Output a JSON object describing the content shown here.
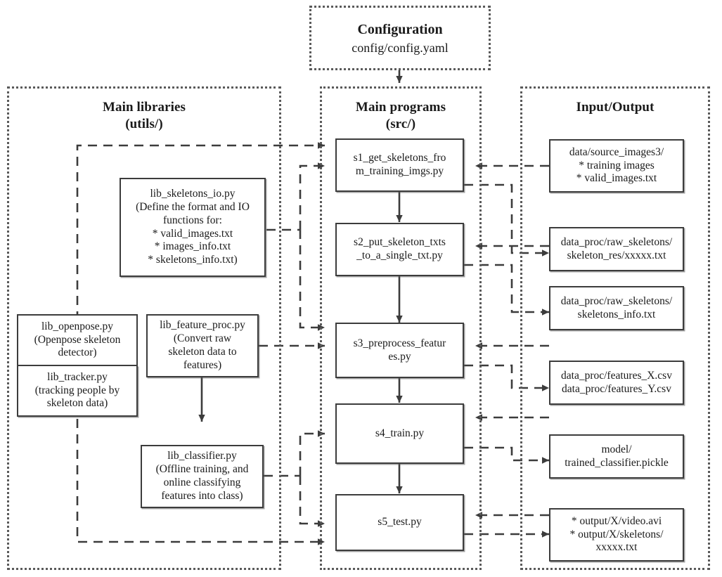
{
  "diagram": {
    "title": "Configuration",
    "config_box": {
      "title": "Configuration",
      "subtitle": "config/config.yaml"
    },
    "groups": [
      {
        "id": "main-libraries",
        "title_line1": "Main libraries",
        "title_line2": "(utils/)"
      },
      {
        "id": "main-programs",
        "title_line1": "Main programs",
        "title_line2": "(src/)"
      },
      {
        "id": "input-output",
        "title_line1": "Input/Output",
        "title_line2": ""
      }
    ],
    "libraries": [
      {
        "id": "lib-skeletons-io",
        "lines": [
          "lib_skeletons_io.py",
          "(Define the format and IO",
          "functions for:",
          "* valid_images.txt",
          "* images_info.txt",
          "* skeletons_info.txt)"
        ]
      },
      {
        "id": "lib-openpose",
        "lines": [
          "lib_openpose.py",
          "(Openpose skeleton",
          "detector)"
        ]
      },
      {
        "id": "lib-tracker",
        "lines": [
          "lib_tracker.py",
          "(tracking people by",
          "skeleton data)"
        ]
      },
      {
        "id": "lib-feature-proc",
        "lines": [
          "lib_feature_proc.py",
          "(Convert raw",
          "skeleton data to",
          "features)"
        ]
      },
      {
        "id": "lib-classifier",
        "lines": [
          "lib_classifier.py",
          "(Offline training, and",
          "online classifying",
          "features into class)"
        ]
      }
    ],
    "programs": [
      {
        "id": "s1",
        "lines": [
          "s1_get_skeletons_fro",
          "m_training_imgs.py"
        ]
      },
      {
        "id": "s2",
        "lines": [
          "s2_put_skeleton_txts",
          "_to_a_single_txt.py"
        ]
      },
      {
        "id": "s3",
        "lines": [
          "s3_preprocess_featur",
          "es.py"
        ]
      },
      {
        "id": "s4",
        "lines": [
          "s4_train.py"
        ]
      },
      {
        "id": "s5",
        "lines": [
          "s5_test.py"
        ]
      }
    ],
    "io_items": [
      {
        "id": "io-source-images",
        "lines": [
          "data/source_images3/",
          "* training images",
          "* valid_images.txt"
        ]
      },
      {
        "id": "io-raw-skeletons-res",
        "lines": [
          "data_proc/raw_skeletons/",
          "skeleton_res/xxxxx.txt"
        ]
      },
      {
        "id": "io-skeletons-info",
        "lines": [
          "data_proc/raw_skeletons/",
          "skeletons_info.txt"
        ]
      },
      {
        "id": "io-features-csv",
        "lines": [
          "data_proc/features_X.csv",
          "data_proc/features_Y.csv"
        ]
      },
      {
        "id": "io-model-pickle",
        "lines": [
          "model/",
          "trained_classifier.pickle"
        ]
      },
      {
        "id": "io-output-video",
        "lines": [
          "* output/X/video.avi",
          "* output/X/skeletons/",
          "xxxxx.txt"
        ]
      }
    ],
    "colors": {
      "node_border": "#3c3c3c",
      "group_border": "#5a5a5a",
      "arrow": "#3c3c3c",
      "text": "#1a1a1a",
      "background": "#ffffff"
    }
  }
}
